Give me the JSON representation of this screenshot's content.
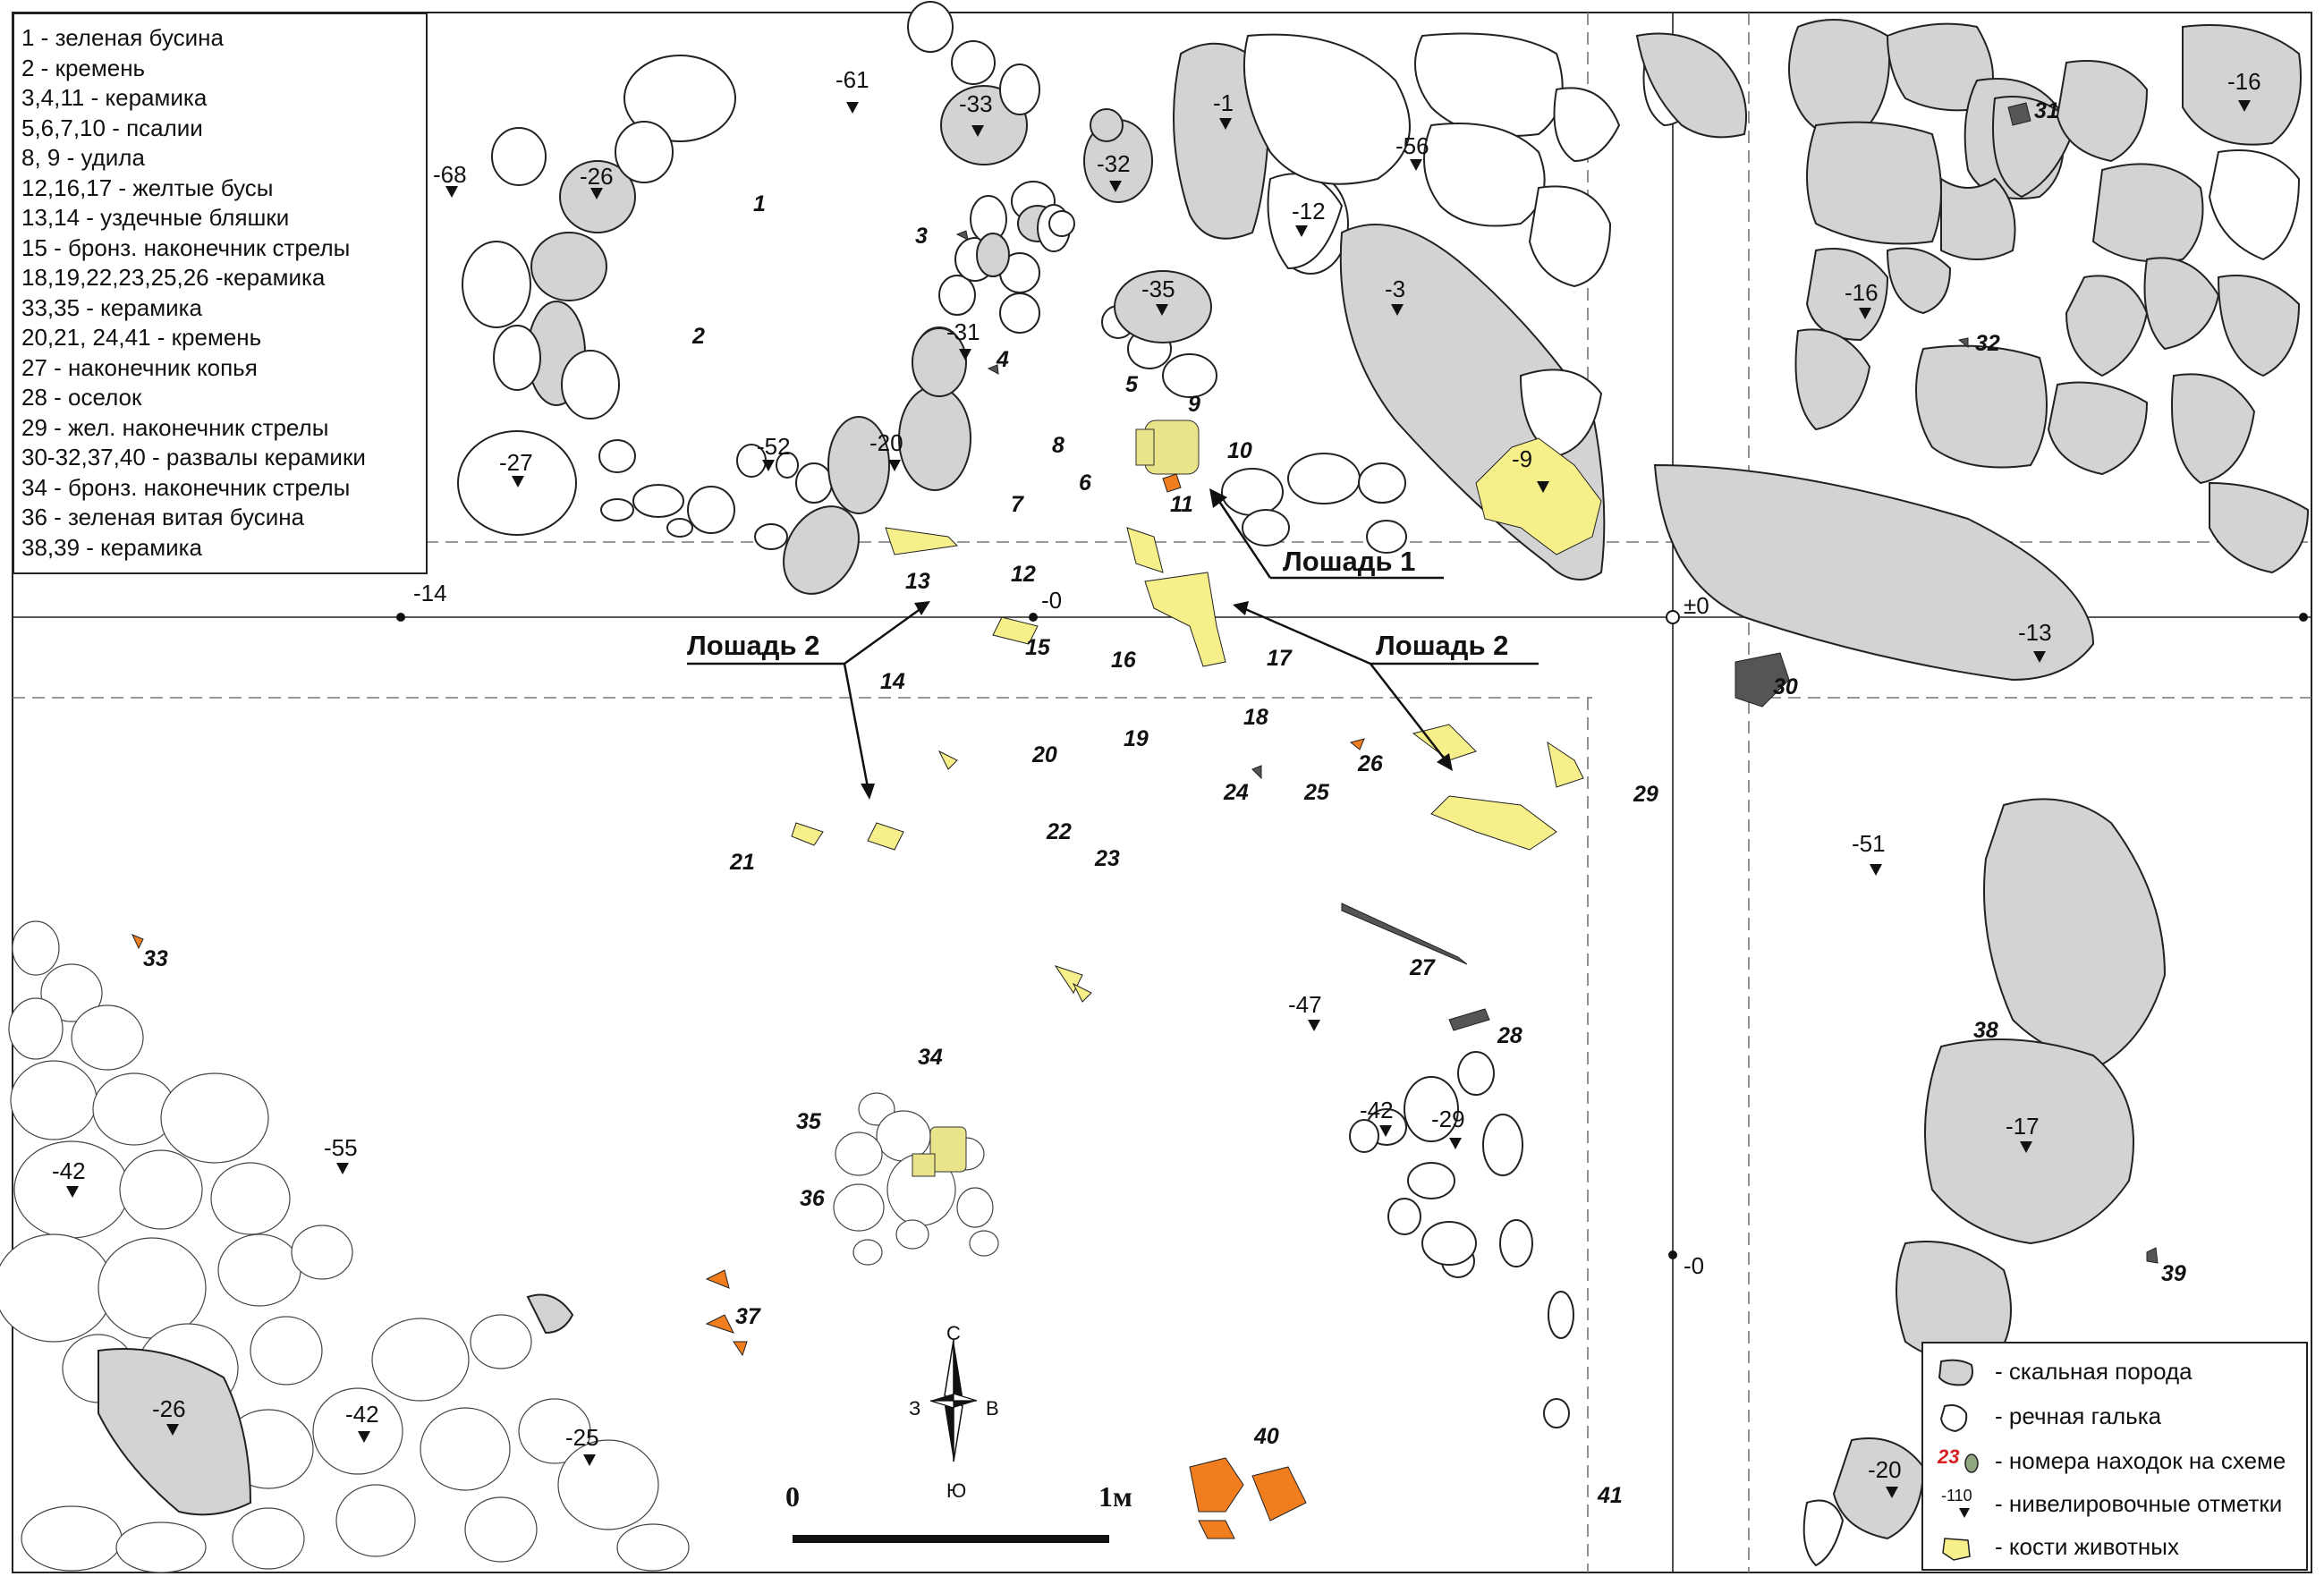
{
  "legend": {
    "items": [
      "1 - зеленая бусина",
      "2 - кремень",
      "3,4,11 - керамика",
      "5,6,7,10 - псалии",
      "8, 9 - удила",
      "12,16,17 - желтые бусы",
      "13,14 - уздечные бляшки",
      "15 - бронз. наконечник стрелы",
      "18,19,22,23,25,26 -керамика",
      "33,35 - керамика",
      "20,21, 24,41 - кремень",
      "27 - наконечник копья",
      "28 - оселок",
      "29 - жел. наконечник стрелы",
      "30-32,37,40 - развалы керамики",
      "34 - бронз. наконечник стрелы",
      "36 - зеленая витая бусина",
      "38,39 - керамика"
    ]
  },
  "key": {
    "rock": "- скальная порода",
    "pebble": "- речная галька",
    "find_number_sample": "23",
    "find_number": "- номера находок на схеме",
    "elevation_sample": "-110",
    "elevation": "- нивелировочные отметки",
    "bones": "- кости животных"
  },
  "labels": {
    "horse1": "Лошадь 1",
    "horse2_left": "Лошадь 2",
    "horse2_right": "Лошадь 2",
    "axis_left": "-14",
    "axis_center": "-0",
    "axis_right": "±0",
    "axis_bottom": "-0"
  },
  "elevations": [
    "-61",
    "-33",
    "-1",
    "-56",
    "-16",
    "-68",
    "-26",
    "-32",
    "-12",
    "-35",
    "-3",
    "-31",
    "-16",
    "-52",
    "-20",
    "-27",
    "-9",
    "-13",
    "-51",
    "-47",
    "-42",
    "-29",
    "-17",
    "-55",
    "-42",
    "-26",
    "-42",
    "-25",
    "-20"
  ],
  "finds": [
    "1",
    "2",
    "3",
    "4",
    "5",
    "6",
    "7",
    "8",
    "9",
    "10",
    "11",
    "12",
    "13",
    "14",
    "15",
    "16",
    "17",
    "18",
    "19",
    "20",
    "21",
    "22",
    "23",
    "24",
    "25",
    "26",
    "27",
    "28",
    "29",
    "30",
    "31",
    "32",
    "33",
    "34",
    "35",
    "36",
    "37",
    "38",
    "39",
    "40",
    "41"
  ],
  "compass": {
    "north": "С",
    "south": "Ю",
    "west": "З",
    "east": "В"
  },
  "scale": {
    "start": "0",
    "end": "1м"
  },
  "colors": {
    "rock": "#d3d3d3",
    "bone": "#f7ef8a",
    "sherd": "#f07d1e",
    "find_label_red": "#d42020"
  }
}
